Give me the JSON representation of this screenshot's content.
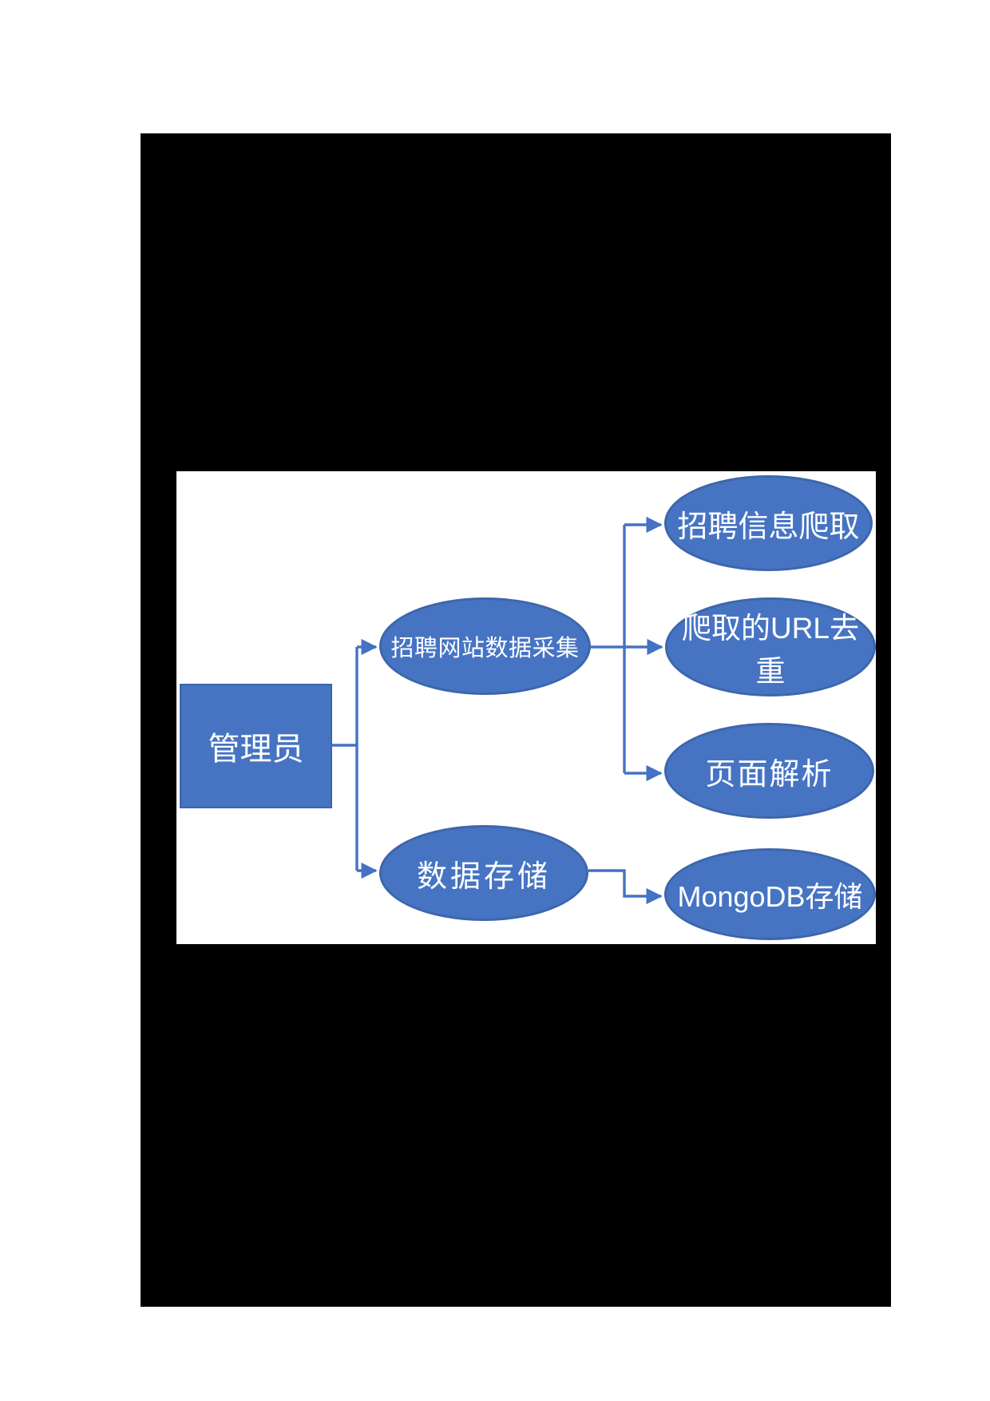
{
  "diagram": {
    "actor": {
      "label": "管理员"
    },
    "level1_nodes": [
      {
        "label": "招聘网站数据采集"
      },
      {
        "label": "数据存储"
      }
    ],
    "level2_nodes": [
      {
        "label": "招聘信息爬取"
      },
      {
        "label": "爬取的URL去重"
      },
      {
        "label": "页面解析"
      },
      {
        "label": "MongoDB存储"
      }
    ],
    "colors": {
      "shape_fill": "#4674C3",
      "shape_border": "#3D66AB",
      "connector": "#4472C4",
      "label_text": "#FFFFFF",
      "page_background": "#000000",
      "diagram_background": "#FFFFFF"
    }
  }
}
